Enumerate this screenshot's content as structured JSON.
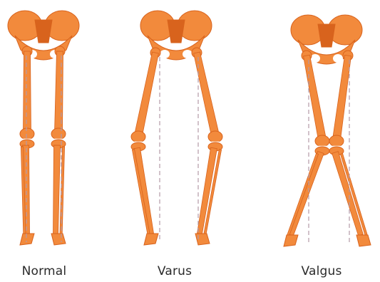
{
  "labels": {
    "normal": "Normal",
    "varus": "Varus",
    "valgus": "Valgus"
  },
  "colors": {
    "bone": "#f28a3c",
    "bone_shade": "#d8631d",
    "guide_line": "#b59aa6",
    "joint_gap": "#ffffff"
  },
  "panels": [
    {
      "id": "normal",
      "alignment": "straight"
    },
    {
      "id": "varus",
      "alignment": "bow-legged"
    },
    {
      "id": "valgus",
      "alignment": "knock-kneed"
    }
  ]
}
